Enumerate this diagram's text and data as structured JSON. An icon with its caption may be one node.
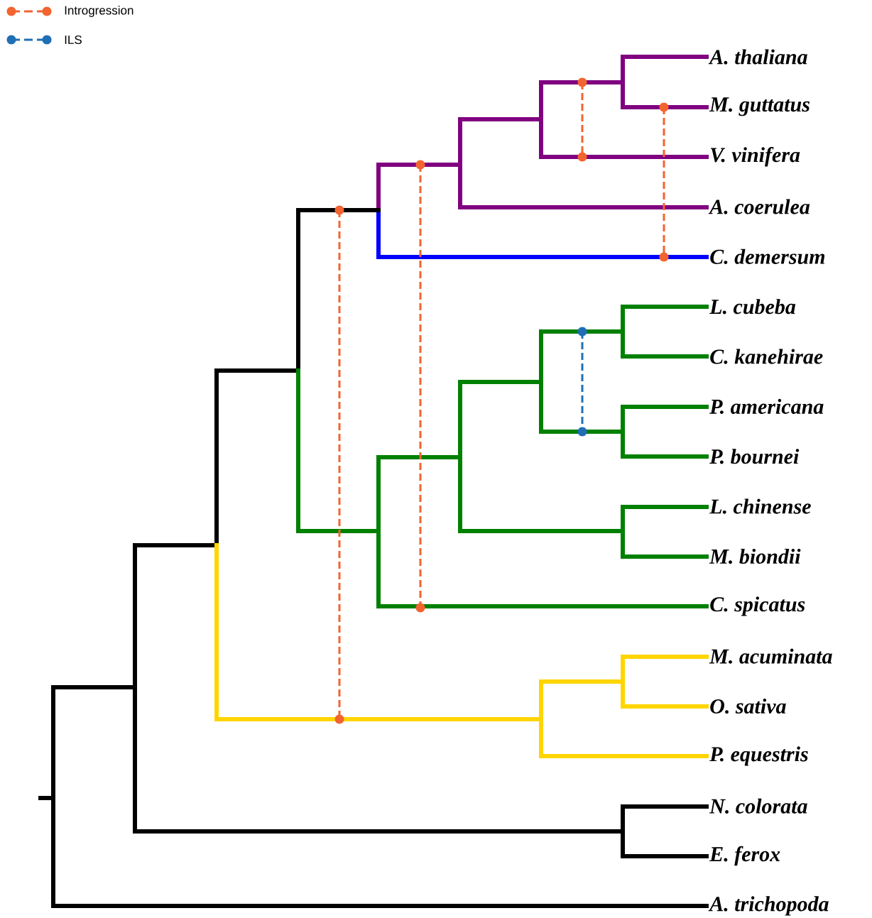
{
  "diagram": {
    "labels": [
      "A. thaliana",
      "M. guttatus",
      "V. vinifera",
      "A. coerulea",
      "C. demersum",
      "L. cubeba",
      "C. kanehirae",
      "P. americana",
      "P. bournei",
      "L. chinense",
      "M. biondii",
      "C. spicatus",
      "M. acuminata",
      "O. sativa",
      "P. equestris",
      "N. colorata",
      "E. ferox",
      "A. trichopoda"
    ],
    "legend": [
      {
        "text": "Introgression"
      },
      {
        "text": "ILS"
      }
    ]
  }
}
